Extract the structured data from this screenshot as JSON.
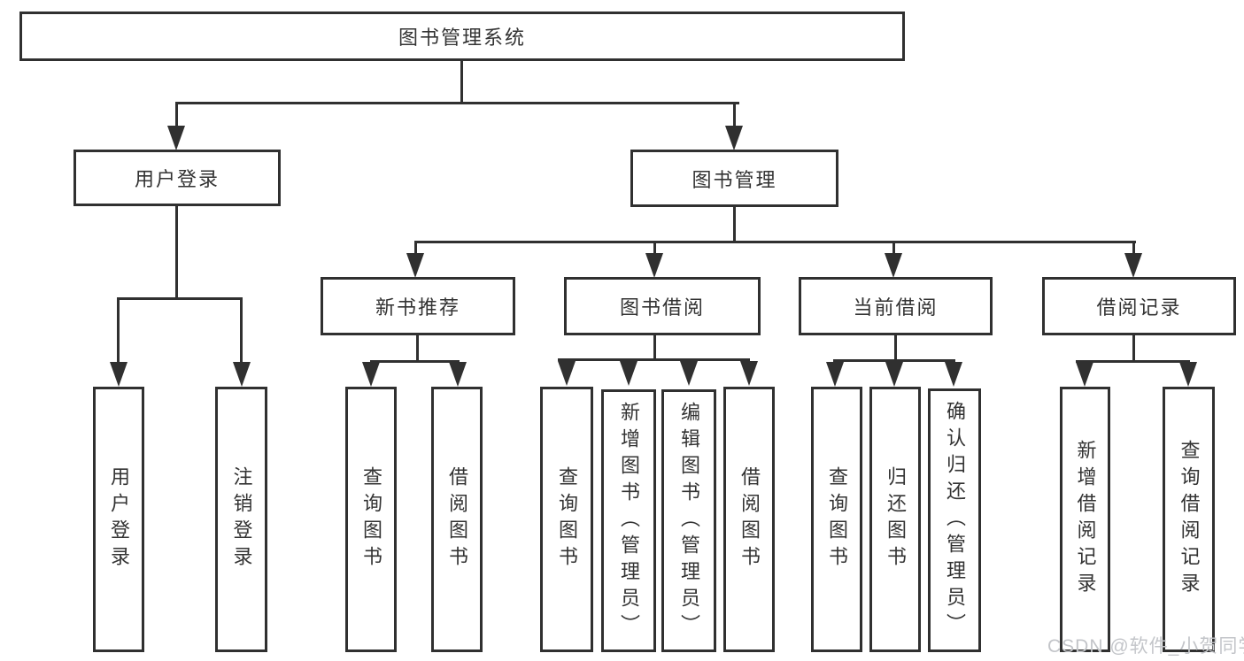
{
  "tree": {
    "root": {
      "label": "图书管理系统"
    },
    "branches": [
      {
        "label": "用户登录",
        "children": [
          {
            "label": "用户登录"
          },
          {
            "label": "注销登录"
          }
        ]
      },
      {
        "label": "图书管理",
        "children": [
          {
            "label": "新书推荐",
            "children": [
              {
                "label": "查询图书"
              },
              {
                "label": "借阅图书"
              }
            ]
          },
          {
            "label": "图书借阅",
            "children": [
              {
                "label": "查询图书"
              },
              {
                "label": "新增图书（管理员）"
              },
              {
                "label": "编辑图书（管理员）"
              },
              {
                "label": "借阅图书"
              }
            ]
          },
          {
            "label": "当前借阅",
            "children": [
              {
                "label": "查询图书"
              },
              {
                "label": "归还图书"
              },
              {
                "label": "确认归还（管理员）"
              }
            ]
          },
          {
            "label": "借阅记录",
            "children": [
              {
                "label": "新增借阅记录"
              },
              {
                "label": "查询借阅记录"
              }
            ]
          }
        ]
      }
    ]
  },
  "watermark": {
    "text": "CSDN @软件_小贺同学"
  },
  "colors": {
    "line": "#303030",
    "text": "#333333",
    "background": "#ffffff",
    "watermark": "#c3c5c9"
  }
}
